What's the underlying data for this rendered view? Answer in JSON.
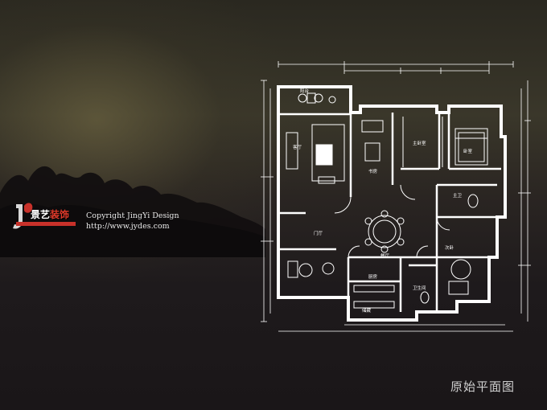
{
  "brand": {
    "logo_text_part1": "景艺",
    "logo_text_part2": "装饰",
    "copyright_line": "Copyright JingYi Design",
    "url_line": "http://www.jydes.com",
    "accent_color": "#c8312a"
  },
  "caption": "原始平面图",
  "floorplan": {
    "room_labels": [
      "客厅",
      "餐厅",
      "主卧室",
      "厨房",
      "次卧",
      "书房",
      "卫生间",
      "门厅",
      "阳台",
      "卧室",
      "主卫",
      "储藏"
    ],
    "line_color": "#ffffff"
  }
}
